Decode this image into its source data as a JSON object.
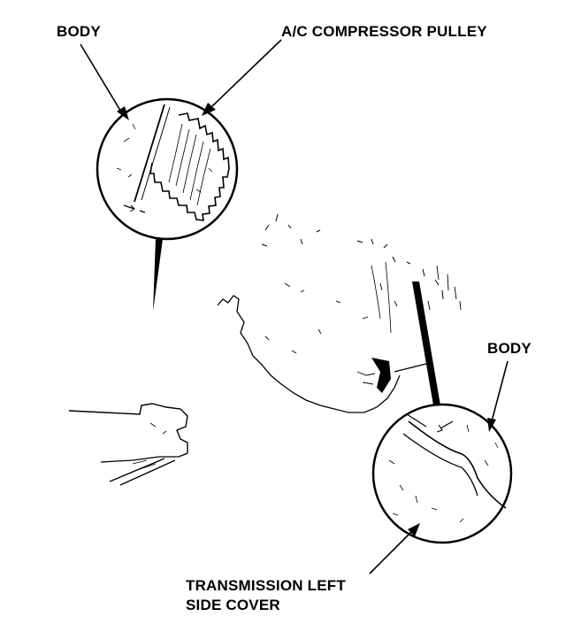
{
  "labels": {
    "body_top": "BODY",
    "ac_compressor_pulley": "A/C COMPRESSOR PULLEY",
    "body_right": "BODY",
    "transmission_line1": "TRANSMISSION LEFT",
    "transmission_line2": "SIDE COVER"
  },
  "colors": {
    "ink": "#000000",
    "paper": "#ffffff"
  }
}
